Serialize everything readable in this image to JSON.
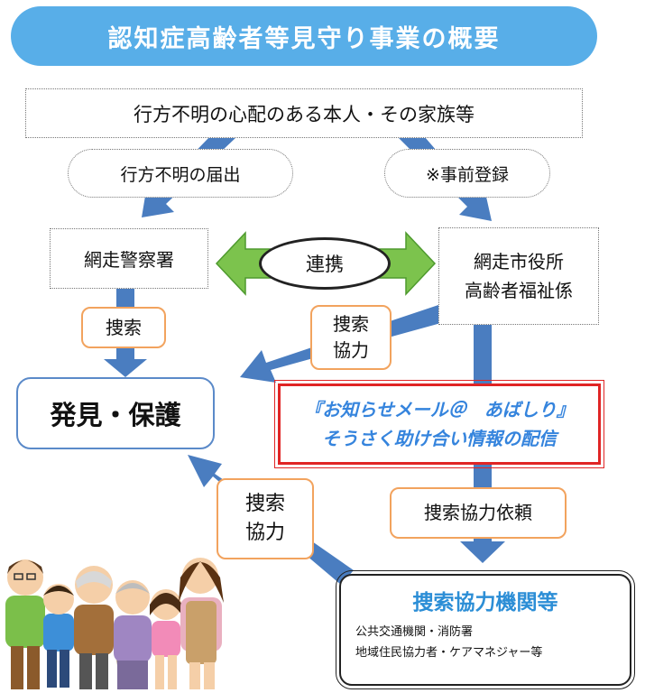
{
  "title": "認知症高齢者等見守り事業の概要",
  "nodes": {
    "family": "行方不明の心配のある本人・その家族等",
    "report": "行方不明の届出",
    "preregister": "※事前登録",
    "police": "網走警察署",
    "cooperation": "連携",
    "city_line1": "網走市役所",
    "city_line2": "高齢者福祉係",
    "search": "捜索",
    "search_coop_1": "捜索\n協力",
    "search_coop_2": "捜索\n協力",
    "found": "発見・保護",
    "mail_line1": "『お知らせメール＠　あばしり』",
    "mail_line2": "そうさく助け合い情報の配信",
    "request": "捜索協力依頼",
    "agencies_title": "捜索協力機関等",
    "agencies_line1": "公共交通機関・消防署",
    "agencies_line2": "地域住民協力者・ケアマネジャー等"
  },
  "colors": {
    "title_bg": "#58aee8",
    "arrow_blue": "#4a7dc0",
    "arrow_green": "#7cc34d",
    "orange_border": "#f2a35e",
    "red_border": "#e02525",
    "mail_text": "#3584dd",
    "agencies_title": "#2c8ed6"
  },
  "illustration": "family-group-illustration"
}
